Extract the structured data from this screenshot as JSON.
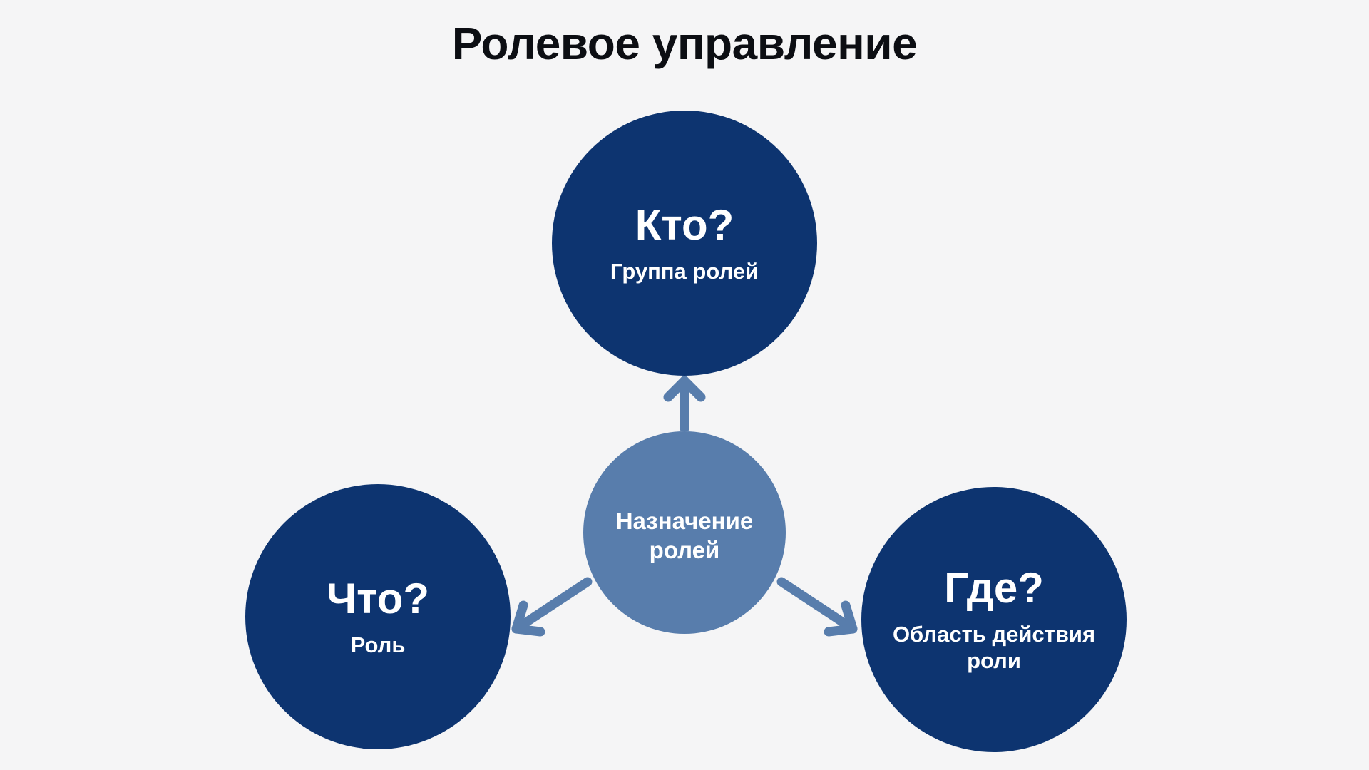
{
  "title": "Ролевое управление",
  "colors": {
    "background": "#f5f5f6",
    "dark_circle": "#0d3470",
    "accent_circle": "#587dac",
    "arrow": "#587dac",
    "title_text": "#0c0e13",
    "circle_text": "#ffffff"
  },
  "diagram": {
    "center": {
      "label": "Назначение ролей"
    },
    "nodes": [
      {
        "id": "who",
        "question": "Кто?",
        "label": "Группа ролей"
      },
      {
        "id": "what",
        "question": "Что?",
        "label": "Роль"
      },
      {
        "id": "where",
        "question": "Где?",
        "label": "Область действия роли"
      }
    ],
    "arrows": [
      {
        "icon": "arrow-up-icon",
        "from": "center",
        "to": "who"
      },
      {
        "icon": "arrow-down-left-icon",
        "from": "center",
        "to": "what"
      },
      {
        "icon": "arrow-down-right-icon",
        "from": "center",
        "to": "where"
      }
    ]
  }
}
